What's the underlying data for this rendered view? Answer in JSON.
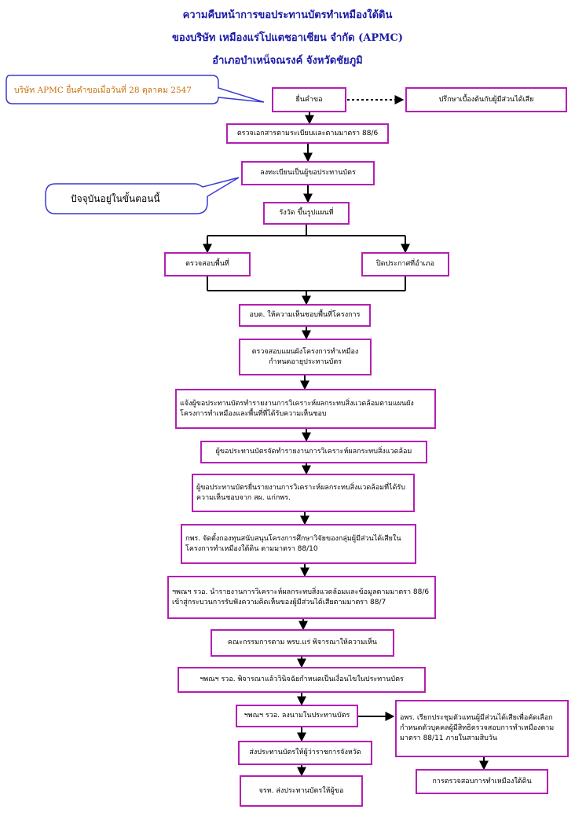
{
  "titles": [
    "ความคืบหน้าการขอประทานบัตรทำเหมืองใต้ดิน",
    "ของบริษัท เหมืองแร่โปแตชอาเซียน จำกัด (APMC)",
    "อำเภอบำเหน็จณรงค์ จังหวัดชัยภูมิ"
  ],
  "callouts": {
    "top": "บริษัท APMC ยื่นคำขอเมื่อวันที่ 28 ตุลาคม 2547",
    "current": "ปัจจุบันอยู่ในขั้นตอนนี้"
  },
  "steps": {
    "s1": "ยื่นคำขอ",
    "s1_side": "ปรึกษาเบื้องต้นกับผู้มีส่วนได้เสีย",
    "s2": "ตรวจเอกสารตามระเบียบและตามมาตรา 88/6",
    "s3": "ลงทะเบียนเป็นผู้ขอประทานบัตร",
    "s4": "รังวัด ขึ้นรูปแผนที่",
    "s5a": "ตรวจสอบพื้นที่",
    "s5b": "ปิดประกาศที่อำเภอ",
    "s6": "อบต. ให้ความเห็นชอบพื้นที่โครงการ",
    "s7": "ตรวจสอบแผนผังโครงการทำเหมือง กำหนดอายุประทานบัตร",
    "s8": "แจ้งผู้ขอประทานบัตรทำรายงานการวิเคราะห์ผลกระทบสิ่งแวดล้อมตามแผนผังโครงการทำเหมืองและพื้นที่ที่ได้รับความเห็นชอบ",
    "s9": "ผู้ขอประทานบัตรจัดทำรายงานการวิเคราะห์ผลกระทบสิ่งแวดล้อม",
    "s10": "ผู้ขอประทานบัตรยื่นรายงานการวิเคราะห์ผลกระทบสิ่งแวดล้อมที่ได้รับความเห็นชอบจาก สผ. แก่กพร.",
    "s11": "กพร. จัดตั้งกองทุนสนับสนุนโครงการศึกษาวิจัยของกลุ่มผู้มีส่วนได้เสียในโครงการทำเหมืองใต้ดิน ตามมาตรา 88/10",
    "s12": "ฯพณฯ รวอ. นำรายงานการวิเคราะห์ผลกระทบสิ่งแวดล้อมและข้อมูลตามมาตรา 88/6 เข้าสู่กระบวนการรับฟังความคิดเห็นของผู้มีส่วนได้เสียตามมาตรา 88/7",
    "s13": "คณะกรรมการตาม พรบ.แร่ พิจารณาให้ความเห็น",
    "s14": "ฯพณฯ รวอ. พิจารณาแล้ววินิจฉัยกำหนดเป็นเงื่อนไขในประทานบัตร",
    "s15": "ฯพณฯ รวอ. ลงนามในประทานบัตร",
    "s15_side": "อพร. เรียกประชุมตัวแทนผู้มีส่วนได้เสียเพื่อคัดเลือกกำหนดตัวบุคคลผู้มีสิทธิตรวจสอบการทำเหมืองตามมาตรา 88/11 ภายในสามสิบวัน",
    "s15_side2": "การตรวจสอบการทำเหมืองใต้ดิน",
    "s16": "ส่งประทานบัตรให้ผู้ว่าราชการจังหวัด",
    "s17": "จรท. ส่งประทานบัตรให้ผู้ขอ"
  },
  "colors": {
    "title": "#1a1aa8",
    "box_border": "#b31fb3",
    "callout_border": "#3a3ad0",
    "callout_text": "#c8700a"
  }
}
